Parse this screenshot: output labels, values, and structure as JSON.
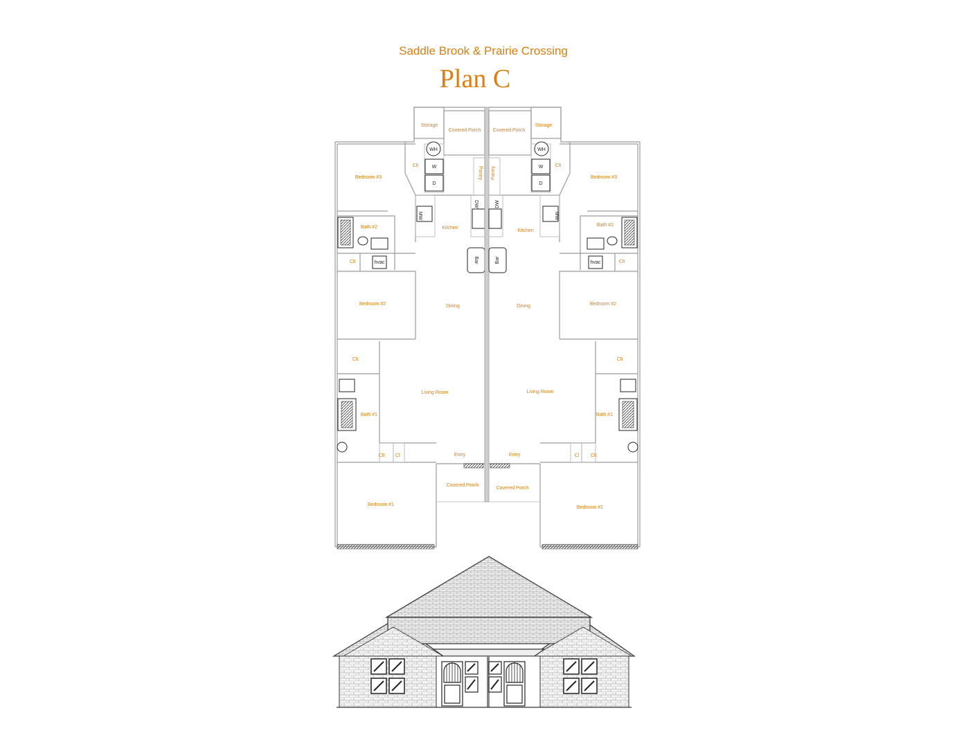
{
  "header": {
    "subtitle": "Saddle Brook & Prairie Crossing",
    "title": "Plan C"
  },
  "colors": {
    "accent": "#e07d10",
    "wall": "#9a9a9a",
    "line": "#222222"
  },
  "left_unit": {
    "storage": "Storage",
    "covered_porch_top": "Covered Porch",
    "water_heater": "WH",
    "washer": "W",
    "dryer": "D",
    "pantry": "Pantry",
    "closet_bed3": "Clt",
    "bedroom3": "Bedroom #3",
    "microwave": "MW",
    "dishwasher": "DW",
    "kitchen": "Kitchen",
    "bath2": "Bath #2",
    "closet_hall": "Clt",
    "hvac": "hvac",
    "bar": "Bar",
    "bedroom2": "Bedroom #2",
    "dining": "Dining",
    "closet_bed1": "Clt",
    "living_room": "Living Room",
    "bath1": "Bath #1",
    "closet_small_a": "Clt",
    "closet_small_b": "Cl",
    "entry": "Entry",
    "covered_porch_front": "Covered Porch",
    "bedroom1": "Bedroom #1"
  },
  "right_unit": {
    "storage": "Storage",
    "covered_porch_top": "Covered Porch",
    "water_heater": "WH",
    "washer": "W",
    "dryer": "D",
    "pantry": "Pantry",
    "closet_bed3": "Clt",
    "bedroom3": "Bedroom #3",
    "microwave": "MW",
    "dishwasher": "DW",
    "kitchen": "Kitchen",
    "bath2": "Bath #2",
    "closet_hall": "Clt",
    "hvac": "hvac",
    "bar": "Bar",
    "bedroom2": "Bedroom #2",
    "dining": "Dining",
    "closet_bed1": "Clt",
    "living_room": "Living Room",
    "bath1": "Bath #1",
    "closet_small_a": "Clt",
    "closet_small_b": "Cl",
    "entry": "Entry",
    "covered_porch_front": "Covered Porch",
    "bedroom1": "Bedroom #1"
  }
}
